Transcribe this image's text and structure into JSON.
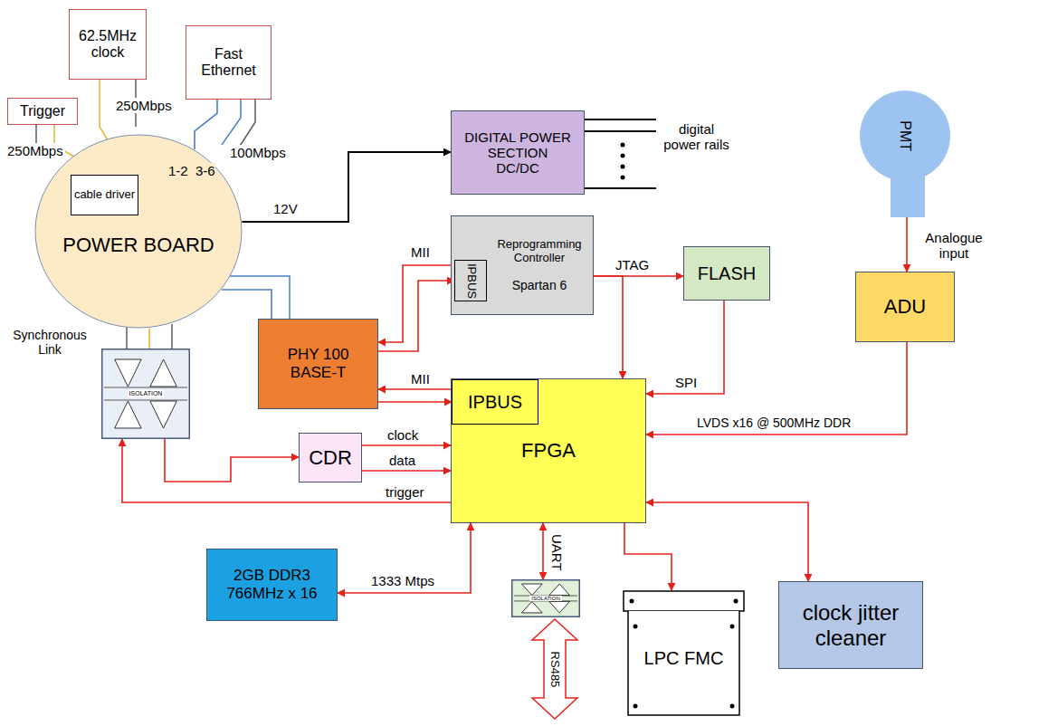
{
  "diagram": {
    "nodes": [
      {
        "text": [
          "Trigger"
        ]
      },
      {
        "text": [
          "62.5MHz clock"
        ]
      },
      {
        "text": [
          "Fast Ethernet"
        ]
      },
      {
        "text": [
          "POWER BOARD"
        ]
      },
      {
        "text": [
          "cable driver"
        ],
        "in": 3
      },
      {
        "text": [
          "DIGITAL POWER SECTION",
          "DC/DC"
        ]
      },
      {
        "text": [
          "PMT"
        ]
      },
      {
        "text": [
          "Reprogramming Controller",
          "Spartan 6"
        ]
      },
      {
        "text": [
          "IPBUS"
        ],
        "in": 7
      },
      {
        "text": [
          "FLASH"
        ]
      },
      {
        "text": [
          "ADU"
        ]
      },
      {
        "text": [
          "PHY 100 BASE-T"
        ]
      },
      {
        "text": [
          "FPGA"
        ]
      },
      {
        "text": [
          "IPBUS"
        ],
        "in": 12
      },
      {
        "text": [
          "CDR"
        ]
      },
      {
        "text": [
          "2GB DDR3 766MHz x 16"
        ]
      },
      {
        "text": [
          "LPC FMC"
        ]
      },
      {
        "text": [
          "clock jitter cleaner"
        ]
      },
      {
        "text": [
          "ISOLATION"
        ]
      },
      {
        "text": [
          "ISOLATION"
        ]
      },
      {
        "text": [
          "RS485"
        ]
      }
    ],
    "edges": [
      {
        "from": 0,
        "to": 4,
        "label": "250Mbps",
        "arrow": "none"
      },
      {
        "from": 1,
        "to": 4,
        "label": "250Mbps",
        "arrow": "none"
      },
      {
        "from": 2,
        "to": 3,
        "label": "100Mbps",
        "arrow": "none"
      },
      {
        "from": 3,
        "to": 5,
        "label": "12V",
        "arrow": "to"
      },
      {
        "from": 3,
        "to": 18,
        "arrow": "none"
      },
      {
        "from": 3,
        "to": 11,
        "arrow": "none"
      },
      {
        "from": 8,
        "to": 11,
        "label": "MII",
        "arrow": "to"
      },
      {
        "from": 11,
        "to": 8,
        "arrow": "to"
      },
      {
        "from": 13,
        "to": 11,
        "label": "MII",
        "arrow": "to"
      },
      {
        "from": 11,
        "to": 13,
        "arrow": "to"
      },
      {
        "from": 7,
        "to": 9,
        "label": "JTAG",
        "arrow": "to"
      },
      {
        "from": 7,
        "to": 12,
        "arrow": "to"
      },
      {
        "from": 9,
        "to": 12,
        "label": "SPI",
        "arrow": "to"
      },
      {
        "from": 6,
        "to": 10,
        "label": "Analogue input",
        "arrow": "to"
      },
      {
        "from": 10,
        "to": 12,
        "label": "LVDS x16 @ 500MHz DDR",
        "arrow": "to"
      },
      {
        "from": 18,
        "to": 14,
        "arrow": "to"
      },
      {
        "from": 14,
        "to": 12,
        "label": "clock",
        "arrow": "to"
      },
      {
        "from": 14,
        "to": 12,
        "label": "data",
        "arrow": "to"
      },
      {
        "from": 12,
        "to": 18,
        "label": "trigger",
        "arrow": "to"
      },
      {
        "from": 15,
        "to": 12,
        "label": "1333 Mtps",
        "arrow": "both"
      },
      {
        "from": 12,
        "to": 19,
        "label": "UART",
        "arrow": "both"
      },
      {
        "from": 12,
        "to": 16,
        "arrow": "to"
      },
      {
        "from": 12,
        "to": 17,
        "arrow": "both"
      }
    ],
    "labels": [
      "1-2",
      "3-6",
      "digital power rails",
      "Synchronous Link"
    ]
  }
}
